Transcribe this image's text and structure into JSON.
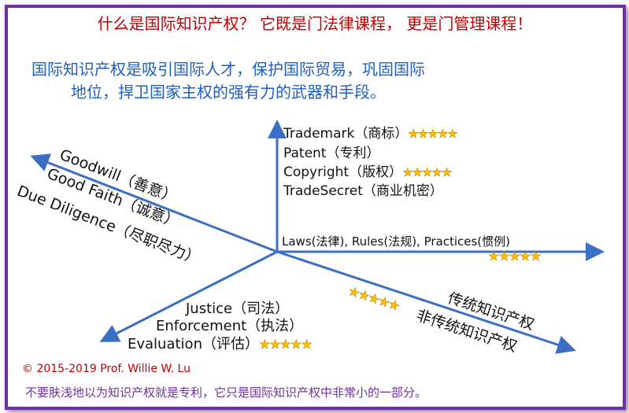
{
  "title": "什么是国际知识产权？ 它既是门法律课程， 更是门管理课程！",
  "headline": {
    "line1": "国际知识产权是吸引国际人才，保护国际贸易，巩固国际",
    "line2": "地位，捍卫国家主权的强有力的武器和手段。"
  },
  "vertical_axis": {
    "trademark": "Trademark（商标）",
    "patent": "Patent（专利）",
    "copyright": "Copyright（版权）",
    "tradesecret": "TradeSecret（商业机密）"
  },
  "horizontal_axis": {
    "label": "Laws(法律), Rules(法规), Practices(惯例)"
  },
  "upper_left_axis": {
    "goodwill": "Goodwill（善意）",
    "goodfaith": "Good Faith（诚意）",
    "duediligence": "Due Diligence（尽职尽力）"
  },
  "lower_left_axis": {
    "justice": "Justice（司法）",
    "enforcement": "Enforcement（执法）",
    "evaluation": "Evaluation（评估）"
  },
  "lower_right_axis": {
    "traditional": "传统知识产权",
    "nontraditional": "非传统知识产权"
  },
  "stars": "★★★★★",
  "copyright_notice": "© 2015-2019 Prof. Willie W. Lu",
  "footer": "不要肤浅地以为知识产权就是专利，它只是国际知识产权中非常小的一部分。",
  "colors": {
    "frame": "#7030a0",
    "axis": "#3a6fc4",
    "title": "#c00000",
    "headline": "#1f5fbf",
    "star": "#ffc000"
  }
}
